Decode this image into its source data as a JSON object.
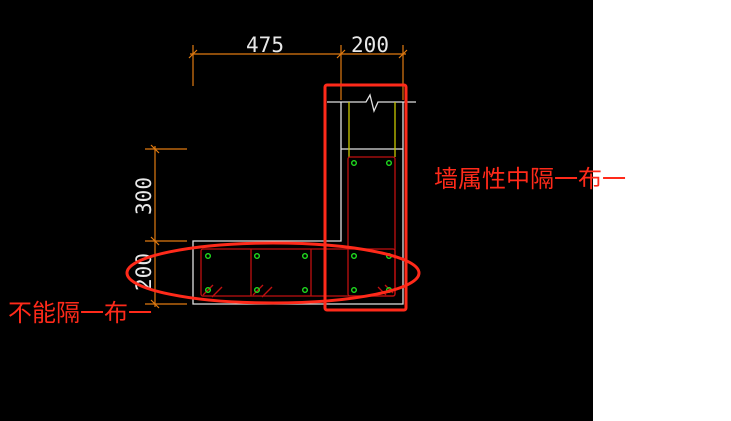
{
  "dimensions": {
    "top_left": "475",
    "top_right": "200",
    "left_upper": "300",
    "left_lower": "200"
  },
  "annotations": {
    "wall_note": "墙属性中隔一布一",
    "flange_note": "不能隔一布一"
  },
  "colors": {
    "background": "#000000",
    "outline": "#e0e0e0",
    "dimension": "#e07a10",
    "stirrup": "#c01010",
    "rebar": "#20e020",
    "highlight": "#ff2a1a",
    "tie_bar": "#c8c800"
  }
}
